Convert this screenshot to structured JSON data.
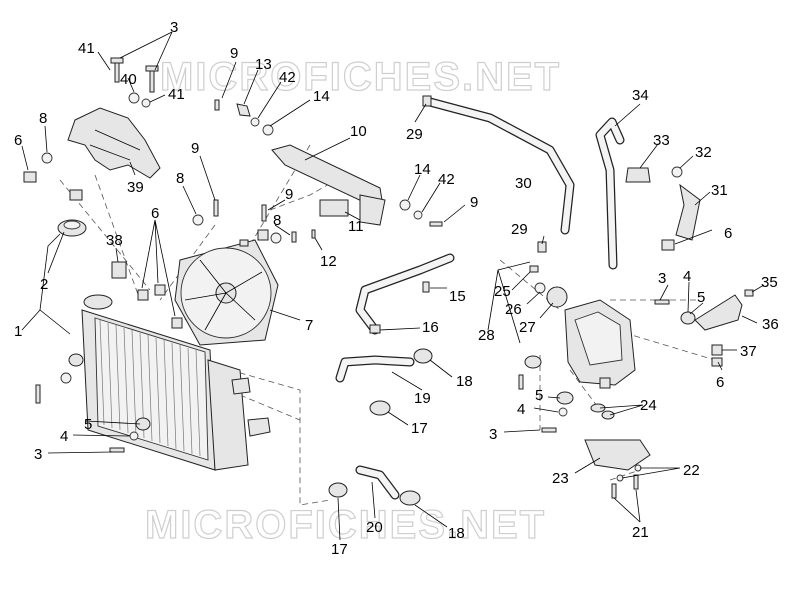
{
  "watermark": {
    "top": "MICROFICHES.NET",
    "bottom": "MICROFICHES.NET"
  },
  "callouts": {
    "c41a": "41",
    "c3a": "3",
    "c40": "40",
    "c41b": "41",
    "c8a": "8",
    "c6a": "6",
    "c39": "39",
    "c9a": "9",
    "c13": "13",
    "c42a": "42",
    "c14a": "14",
    "c10": "10",
    "c29a": "29",
    "c30": "30",
    "c34": "34",
    "c33": "33",
    "c32": "32",
    "c31": "31",
    "c9b": "9",
    "c8b": "8",
    "c9c": "9",
    "c8c": "8",
    "c6b": "6",
    "c38": "38",
    "c2": "2",
    "c1": "1",
    "c14b": "14",
    "c42b": "42",
    "c9d": "9",
    "c11": "11",
    "c12": "12",
    "c29b": "29",
    "c6c": "6",
    "c15": "15",
    "c7": "7",
    "c16": "16",
    "c25": "25",
    "c26": "26",
    "c28": "28",
    "c27": "27",
    "c3b": "3",
    "c4a": "4",
    "c5a": "5",
    "c35": "35",
    "c36": "36",
    "c37": "37",
    "c6d": "6",
    "c19": "19",
    "c18a": "18",
    "c5b": "5",
    "c4b": "4",
    "c3c": "3",
    "c5c": "5",
    "c4c": "4",
    "c3d": "3",
    "c17a": "17",
    "c24": "24",
    "c23": "23",
    "c22": "22",
    "c20": "20",
    "c18b": "18",
    "c17b": "17",
    "c21": "21"
  },
  "icons": [
    "radiator",
    "cooling-fan",
    "expansion-tank",
    "radiator-cap",
    "hose",
    "clamp",
    "bracket",
    "screw",
    "nut"
  ]
}
